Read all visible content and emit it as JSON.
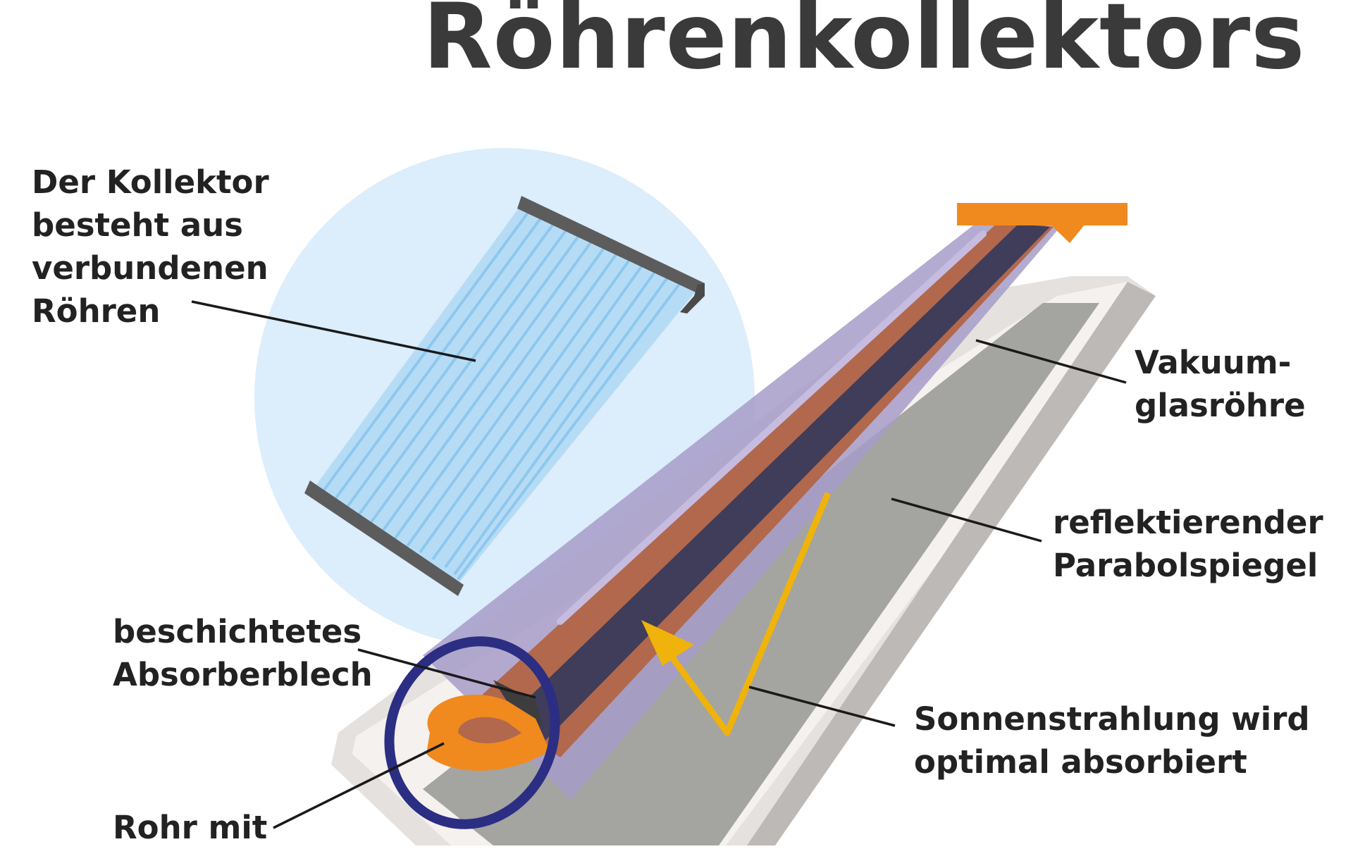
{
  "title": "Röhrenkollektors",
  "labels": {
    "collector": [
      "Der Kollektor",
      "besteht aus",
      "verbundenen",
      "Röhren"
    ],
    "vacuum": [
      "Vakuum-",
      "glasröhre"
    ],
    "mirror": [
      "reflektierender",
      "Parabolspiegel"
    ],
    "absorber": [
      "beschichtetes",
      "Absorberblech"
    ],
    "sun": [
      "Sonnenstrahlung wird",
      "optimal absorbiert"
    ],
    "pipe": [
      "Rohr mit"
    ]
  },
  "colors": {
    "circle_bg": "#dcedfb",
    "panel_tube": "#aed8f4",
    "panel_bar": "#5c5c5c",
    "copper": "#b2684c",
    "dark_strip": "#3f3d5a",
    "glass": "#a79cc9",
    "mirror_outer": "#d6d3d3",
    "mirror_inner": "#a4a4a1",
    "orange": "#f08a1e",
    "navy_ring": "#2b2e82",
    "sun_ray": "#efb30b",
    "leader": "#1a1a1a"
  }
}
